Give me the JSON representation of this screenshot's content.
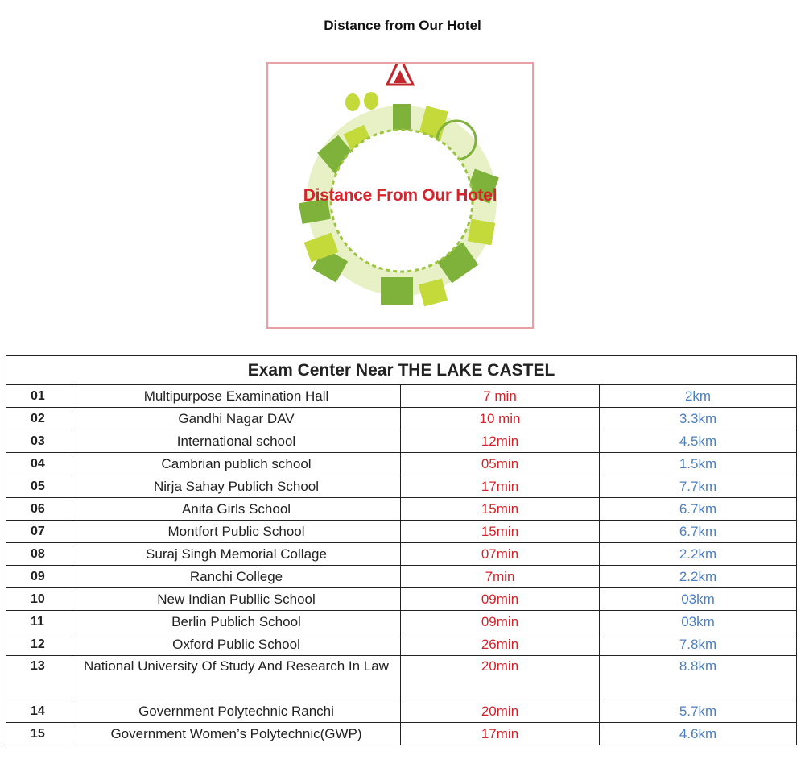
{
  "page_title": "Distance from Our Hotel",
  "poster": {
    "text": "Distance From Our Hotel",
    "logo": "hotel-triangle-logo"
  },
  "table": {
    "title": "Exam Center Near  THE LAKE CASTEL",
    "rows": [
      {
        "no": "01",
        "name": "Multipurpose Examination Hall",
        "time": "7 min",
        "distance": "2km"
      },
      {
        "no": "02",
        "name": "Gandhi Nagar DAV",
        "time": "10 min",
        "distance": "3.3km"
      },
      {
        "no": "03",
        "name": "International school",
        "time": "12min",
        "distance": "4.5km"
      },
      {
        "no": "04",
        "name": "Cambrian publich school",
        "time": "05min",
        "distance": "1.5km"
      },
      {
        "no": "05",
        "name": "Nirja Sahay Publich School",
        "time": "17min",
        "distance": "7.7km"
      },
      {
        "no": "06",
        "name": "Anita Girls School",
        "time": "15min",
        "distance": "6.7km"
      },
      {
        "no": "07",
        "name": "Montfort Public School",
        "time": "15min",
        "distance": "6.7km"
      },
      {
        "no": "08",
        "name": "Suraj Singh Memorial Collage",
        "time": "07min",
        "distance": "2.2km"
      },
      {
        "no": "09",
        "name": "Ranchi College",
        "time": "7min",
        "distance": "2.2km"
      },
      {
        "no": "10",
        "name": "New Indian Publlic School",
        "time": "09min",
        "distance": "03km"
      },
      {
        "no": "11",
        "name": "Berlin Publich School",
        "time": "09min",
        "distance": "03km"
      },
      {
        "no": "12",
        "name": "Oxford Public School",
        "time": "26min",
        "distance": "7.8km"
      },
      {
        "no": "13",
        "name": "National University Of Study And Research In Law",
        "time": "20min",
        "distance": "8.8km"
      },
      {
        "no": "14",
        "name": "Government Polytechnic Ranchi",
        "time": "20min",
        "distance": "5.7km"
      },
      {
        "no": "15",
        "name": "Government Women’s Polytechnic(GWP)",
        "time": "17min",
        "distance": "4.6km"
      }
    ]
  },
  "colors": {
    "time": "#d2232a",
    "distance": "#4a7fc1",
    "poster_border": "#e9a0a4",
    "green": "#8cc63f"
  }
}
